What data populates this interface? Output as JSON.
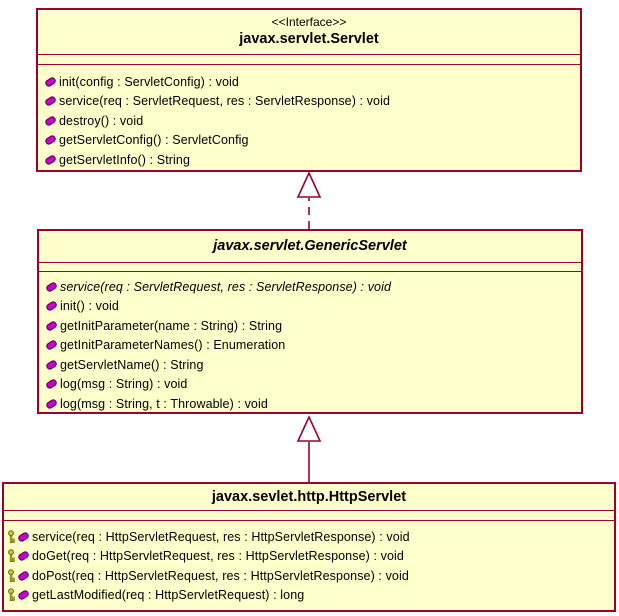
{
  "classes": [
    {
      "stereotype": "<<Interface>>",
      "name": "javax.servlet.Servlet",
      "methods": [
        {
          "text": "init(config : ServletConfig) : void"
        },
        {
          "text": "service(req : ServletRequest, res : ServletResponse) : void"
        },
        {
          "text": "destroy() : void"
        },
        {
          "text": "getServletConfig() : ServletConfig"
        },
        {
          "text": "getServletInfo() : String"
        }
      ]
    },
    {
      "name": "javax.servlet.GenericServlet",
      "methods": [
        {
          "text": "service(req : ServletRequest, res : ServletResponse) : void"
        },
        {
          "text": "init() : void"
        },
        {
          "text": "getInitParameter(name : String) : String"
        },
        {
          "text": "getInitParameterNames() : Enumeration"
        },
        {
          "text": "getServletName() : String"
        },
        {
          "text": "log(msg : String) : void"
        },
        {
          "text": "log(msg : String, t : Throwable) : void"
        }
      ]
    },
    {
      "name": "javax.sevlet.http.HttpServlet",
      "methods": [
        {
          "text": "service(req : HttpServletRequest, res : HttpServletResponse) : void"
        },
        {
          "text": "doGet(req : HttpServletRequest, res : HttpServletResponse) : void"
        },
        {
          "text": "doPost(req : HttpServletRequest, res : HttpServletResponse) : void"
        },
        {
          "text": "getLastModified(req : HttpServletRequest) : long"
        }
      ]
    }
  ],
  "relations": [
    {
      "type": "realization",
      "line": "dashed",
      "from": "javax.servlet.GenericServlet",
      "to": "javax.servlet.Servlet"
    },
    {
      "type": "generalization",
      "line": "solid",
      "from": "javax.sevlet.http.HttpServlet",
      "to": "javax.servlet.GenericServlet"
    }
  ],
  "colors": {
    "box_fill": "#FFFFCC",
    "box_border": "#990033",
    "operation_icon": "#CC00CC",
    "protected_key_icon": "#CCCC00",
    "text": "#000000"
  }
}
